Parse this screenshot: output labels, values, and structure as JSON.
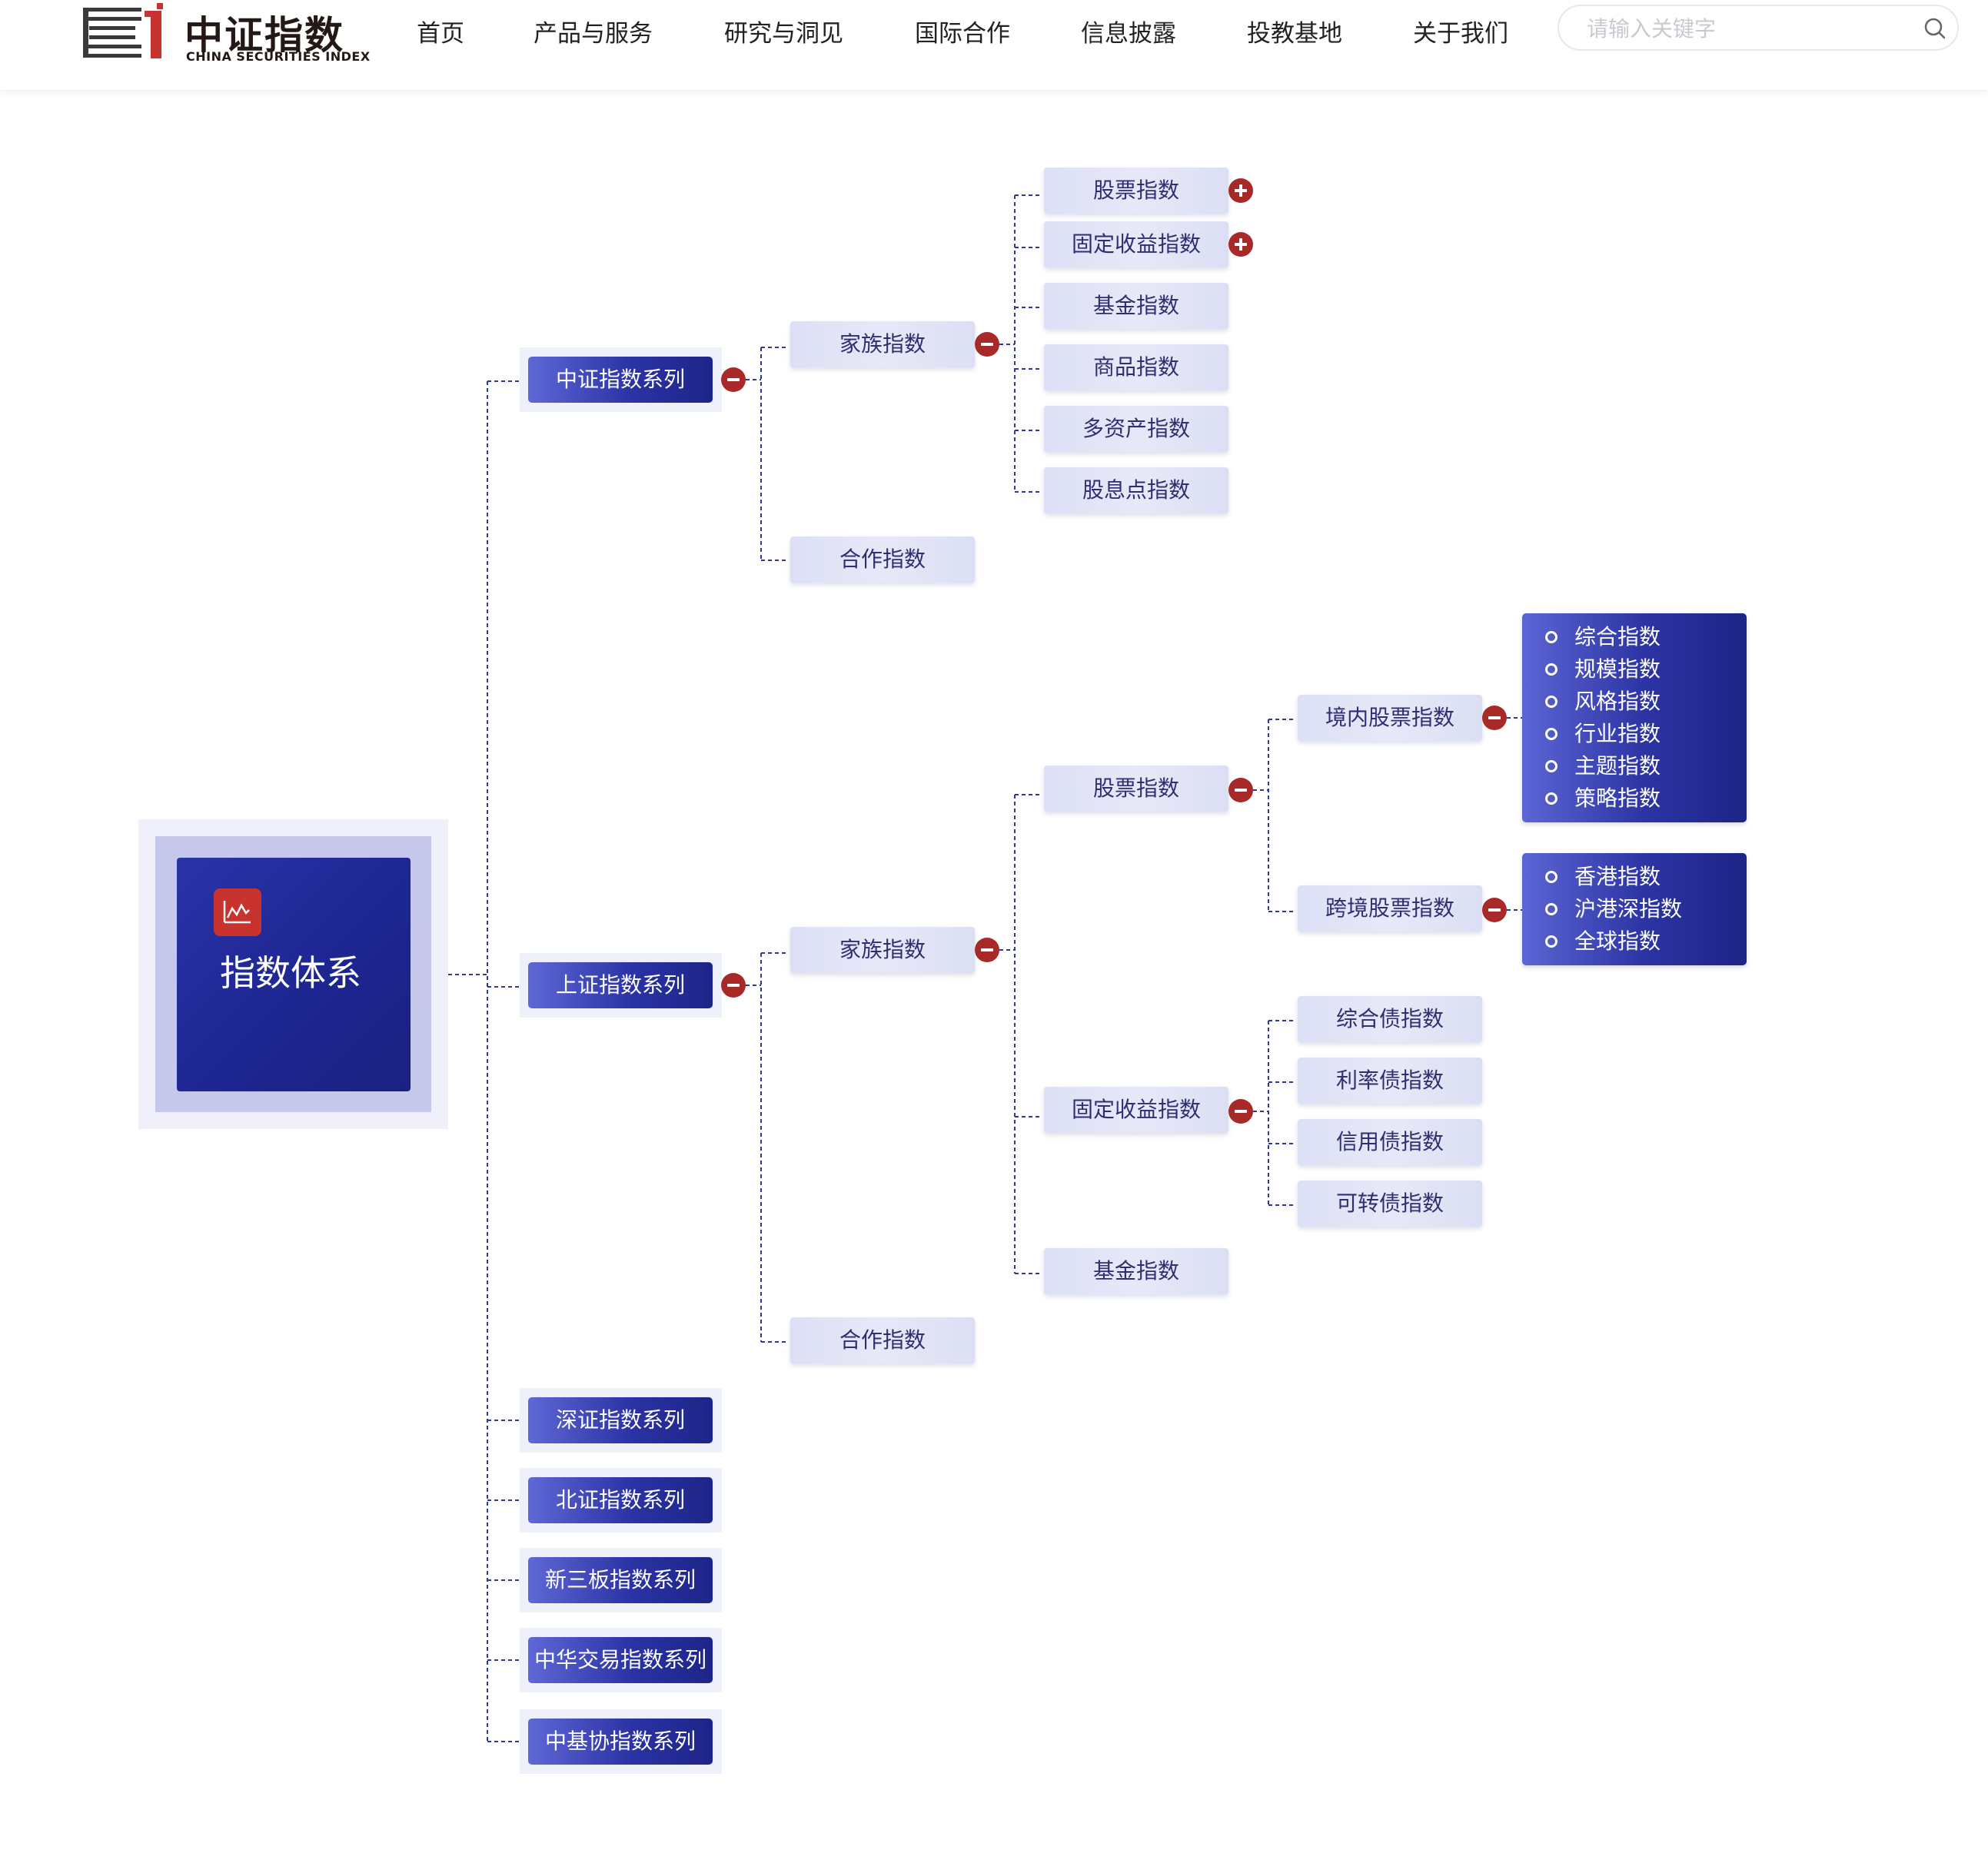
{
  "header": {
    "logo_cn": "中证指数",
    "logo_en": "CHINA SECURITIES INDEX",
    "nav": [
      "首页",
      "产品与服务",
      "研究与洞见",
      "国际合作",
      "信息披露",
      "投教基地",
      "关于我们"
    ],
    "search_placeholder": "请输入关键字"
  },
  "tree": {
    "root": "指数体系",
    "series": {
      "csi": {
        "label": "中证指数系列",
        "family": {
          "label": "家族指数",
          "children": [
            "股票指数",
            "固定收益指数",
            "基金指数",
            "商品指数",
            "多资产指数",
            "股息点指数"
          ]
        },
        "cooperation": "合作指数"
      },
      "sse": {
        "label": "上证指数系列",
        "family": {
          "label": "家族指数",
          "stock": {
            "label": "股票指数",
            "domestic": {
              "label": "境内股票指数",
              "items": [
                "综合指数",
                "规模指数",
                "风格指数",
                "行业指数",
                "主题指数",
                "策略指数"
              ]
            },
            "crossborder": {
              "label": "跨境股票指数",
              "items": [
                "香港指数",
                "沪港深指数",
                "全球指数"
              ]
            }
          },
          "fixed_income": {
            "label": "固定收益指数",
            "children": [
              "综合债指数",
              "利率债指数",
              "信用债指数",
              "可转债指数"
            ]
          },
          "fund": "基金指数"
        },
        "cooperation": "合作指数"
      },
      "szse": "深证指数系列",
      "bse": "北证指数系列",
      "neeq": "新三板指数系列",
      "cesc": "中华交易指数系列",
      "amac": "中基协指数系列"
    }
  }
}
